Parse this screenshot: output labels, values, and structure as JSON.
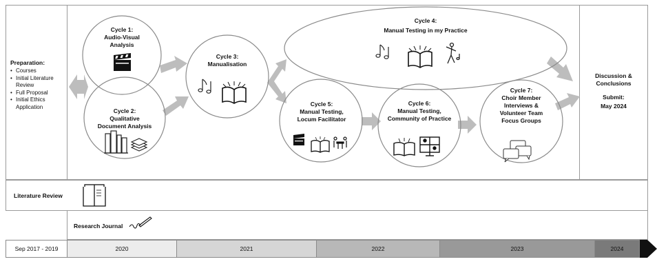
{
  "preparation": {
    "title": "Preparation:",
    "items": [
      "Courses",
      "Initial Literature Review",
      "Full Proposal",
      "Initial Ethics Application"
    ]
  },
  "cycles": [
    {
      "id": 1,
      "lines": [
        "Cycle 1:",
        "Audio-Visual",
        "Analysis"
      ]
    },
    {
      "id": 2,
      "lines": [
        "Cycle 2:",
        "Qualitative",
        "Document Analysis"
      ]
    },
    {
      "id": 3,
      "lines": [
        "Cycle 3:",
        "Manualisation"
      ]
    },
    {
      "id": 4,
      "lines": [
        "Cycle 4:",
        "Manual Testing in my Practice"
      ]
    },
    {
      "id": 5,
      "lines": [
        "Cycle 5:",
        "Manual Testing,",
        "Locum Facilitator"
      ]
    },
    {
      "id": 6,
      "lines": [
        "Cycle 6:",
        "Manual Testing,",
        "Community of Practice"
      ]
    },
    {
      "id": 7,
      "lines": [
        "Cycle 7:",
        "Choir Member",
        "Interviews &",
        "Volunteer Team",
        "Focus Groups"
      ]
    }
  ],
  "discussion": {
    "title_lines": [
      "Discussion &",
      "Conclusions"
    ],
    "submit_lines": [
      "Submit:",
      "May 2024"
    ]
  },
  "literature_review_label": "Literature Review",
  "research_journal_label": "Research Journal",
  "timeline": [
    {
      "label": "Sep 2017 - 2019",
      "color": "#ffffff"
    },
    {
      "label": "2020",
      "color": "#ececec"
    },
    {
      "label": "2021",
      "color": "#d6d6d6"
    },
    {
      "label": "2022",
      "color": "#b8b8b8"
    },
    {
      "label": "2023",
      "color": "#999999"
    },
    {
      "label": "2024",
      "color": "#7a7a7a"
    }
  ]
}
